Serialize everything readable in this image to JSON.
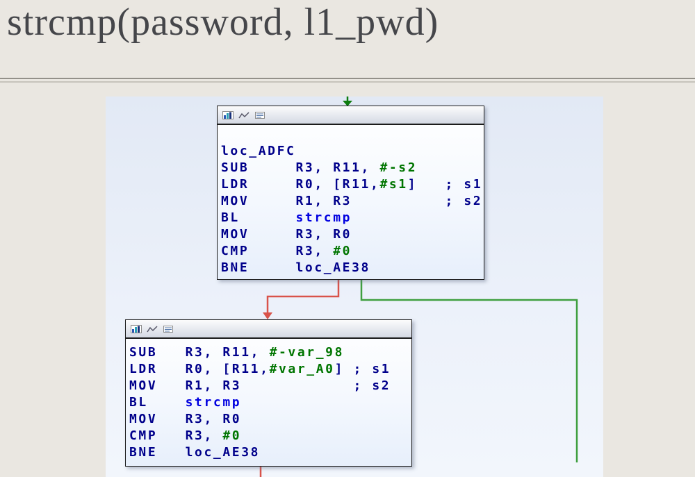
{
  "slide": {
    "title": "strcmp(password, l1_pwd)"
  },
  "colors": {
    "navy": "#00008b",
    "green": "#007500",
    "call_blue": "#0000e0",
    "edge_green": "#3f9f3f",
    "entry_green": "#0e7c0e",
    "edge_red": "#d9534a"
  },
  "graph": {
    "blocks": [
      {
        "name": "loc_ADFC",
        "lines": [
          [
            [
              "loc_ADFC",
              "navy"
            ]
          ],
          [
            [
              "SUB     R3, R11, ",
              "navy"
            ],
            [
              "#-s2",
              "green"
            ]
          ],
          [
            [
              "LDR     R0, [R11,",
              "navy"
            ],
            [
              "#s1",
              "green"
            ],
            [
              "]   ; s1",
              "navy"
            ]
          ],
          [
            [
              "MOV     R1, R3          ; s2",
              "navy"
            ]
          ],
          [
            [
              "BL      ",
              "navy"
            ],
            [
              "strcmp",
              "call_blue"
            ]
          ],
          [
            [
              "MOV     R3, R0",
              "navy"
            ]
          ],
          [
            [
              "CMP     R3, ",
              "navy"
            ],
            [
              "#0",
              "green"
            ]
          ],
          [
            [
              "BNE     loc_AE38",
              "navy"
            ]
          ]
        ]
      },
      {
        "name": "strcmp-block-2",
        "lines": [
          [
            [
              "SUB   R3, R11, ",
              "navy"
            ],
            [
              "#-var_98",
              "green"
            ]
          ],
          [
            [
              "LDR   R0, [R11,",
              "navy"
            ],
            [
              "#var_A0",
              "green"
            ],
            [
              "] ; s1",
              "navy"
            ]
          ],
          [
            [
              "MOV   R1, R3            ; s2",
              "navy"
            ]
          ],
          [
            [
              "BL    ",
              "navy"
            ],
            [
              "strcmp",
              "call_blue"
            ]
          ],
          [
            [
              "MOV   R3, R0",
              "navy"
            ]
          ],
          [
            [
              "CMP   R3, ",
              "navy"
            ],
            [
              "#0",
              "green"
            ]
          ],
          [
            [
              "BNE   loc_AE38",
              "navy"
            ]
          ]
        ]
      }
    ]
  }
}
